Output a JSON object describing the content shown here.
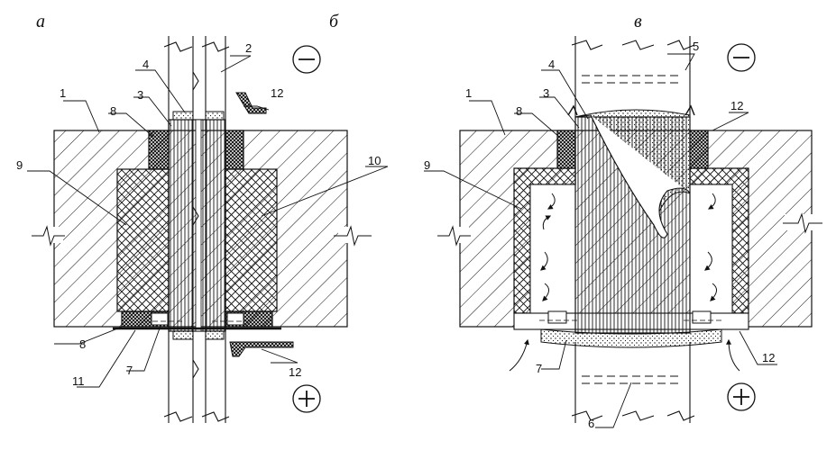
{
  "panels": {
    "a": "а",
    "b": "б",
    "c": "в"
  },
  "signs": {
    "minus": "−",
    "plus": "+"
  },
  "labels": {
    "l1": "1",
    "l2": "2",
    "l3": "3",
    "l4": "4",
    "l5": "5",
    "l6": "6",
    "l7": "7",
    "l8": "8",
    "l9": "9",
    "l10": "10",
    "l11": "11",
    "l12": "12"
  },
  "colors": {
    "line": "#111111",
    "fill": "#ffffff"
  }
}
